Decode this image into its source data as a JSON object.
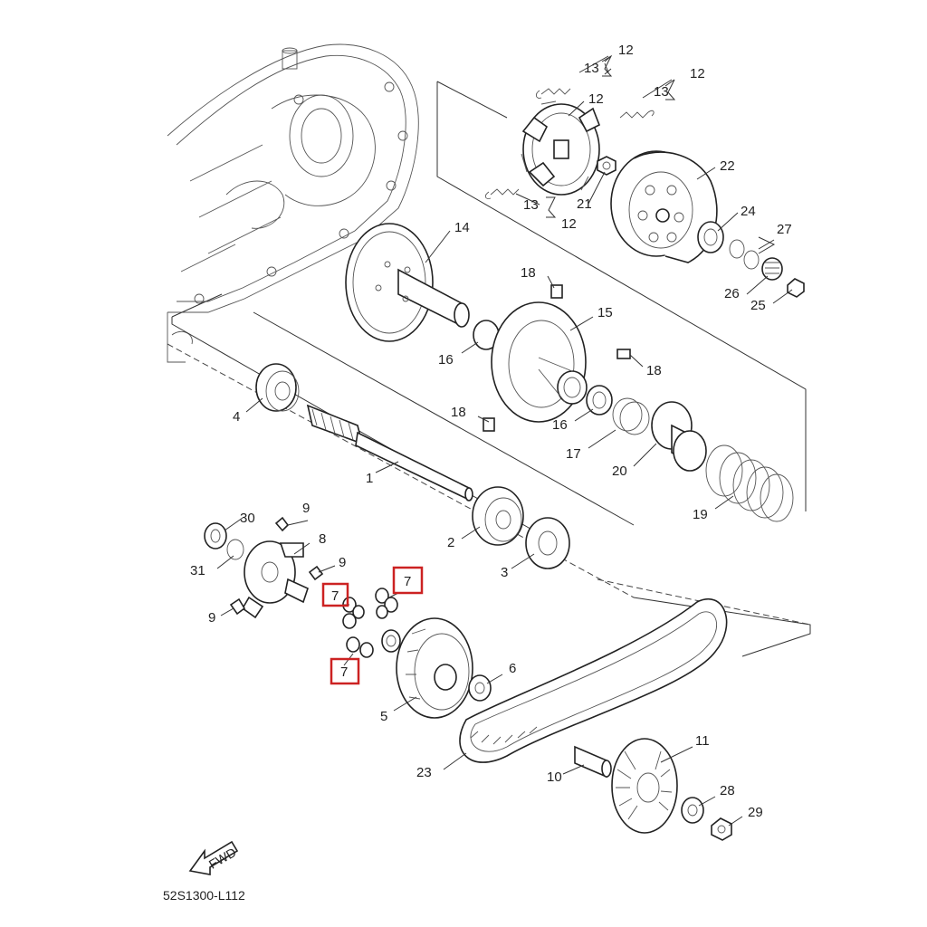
{
  "diagram_code": "52S1300-L112",
  "fwd_label": "FWD",
  "highlight_color": "#cc2222",
  "callouts": {
    "p1": "1",
    "p2": "2",
    "p3": "3",
    "p4": "4",
    "p5": "5",
    "p6": "6",
    "p7a": "7",
    "p7b": "7",
    "p7c": "7",
    "p8": "8",
    "p9a": "9",
    "p9b": "9",
    "p9c": "9",
    "p10": "10",
    "p11": "11",
    "p12a": "12",
    "p12b": "12",
    "p12c": "12",
    "p12d": "12",
    "p13a": "13",
    "p13b": "13",
    "p13c": "13",
    "p14": "14",
    "p15": "15",
    "p16a": "16",
    "p16b": "16",
    "p17": "17",
    "p18a": "18",
    "p18b": "18",
    "p18c": "18",
    "p19": "19",
    "p20": "20",
    "p21": "21",
    "p22": "22",
    "p23": "23",
    "p24": "24",
    "p25": "25",
    "p26": "26",
    "p27": "27",
    "p28": "28",
    "p29": "29",
    "p30": "30",
    "p31": "31"
  }
}
